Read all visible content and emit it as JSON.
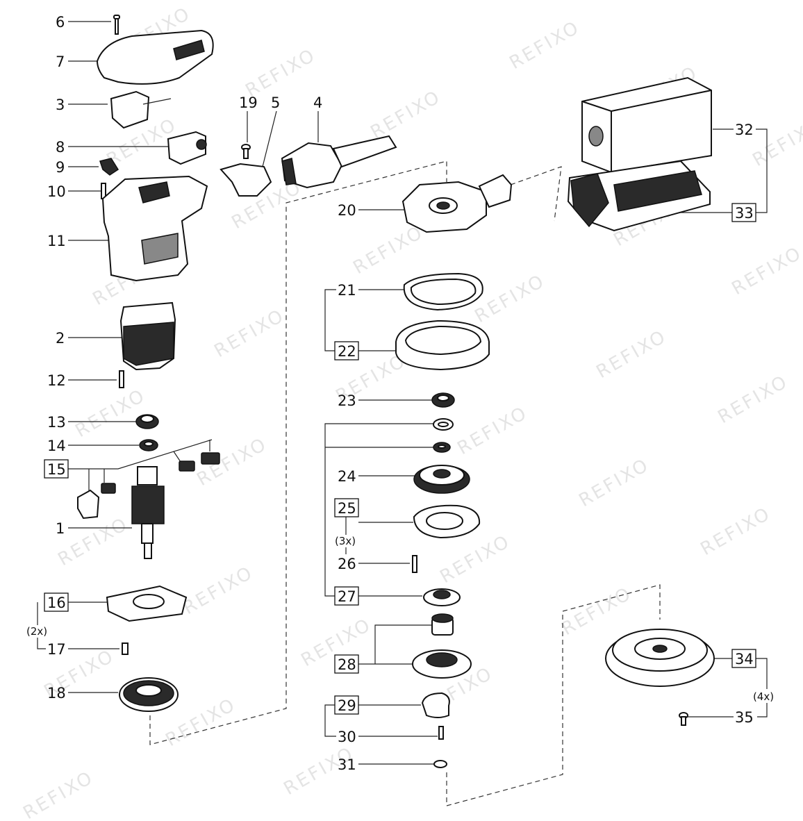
{
  "diagram": {
    "watermark": "REFIXO",
    "callouts": {
      "c1": "1",
      "c2": "2",
      "c3": "3",
      "c4": "4",
      "c5": "5",
      "c6": "6",
      "c7": "7",
      "c8": "8",
      "c9": "9",
      "c10": "10",
      "c11": "11",
      "c12": "12",
      "c13": "13",
      "c14": "14",
      "c15": "15",
      "c16": "16",
      "c17": "17",
      "c18": "18",
      "c19": "19",
      "c20": "20",
      "c21": "21",
      "c22": "22",
      "c23": "23",
      "c24": "24",
      "c25": "25",
      "c26": "26",
      "c27": "27",
      "c28": "28",
      "c29": "29",
      "c30": "30",
      "c31": "31",
      "c32": "32",
      "c33": "33",
      "c34": "34",
      "c35": "35"
    },
    "quantities": {
      "q16": "(2x)",
      "q25": "(3x)",
      "q34": "(4x)"
    }
  }
}
